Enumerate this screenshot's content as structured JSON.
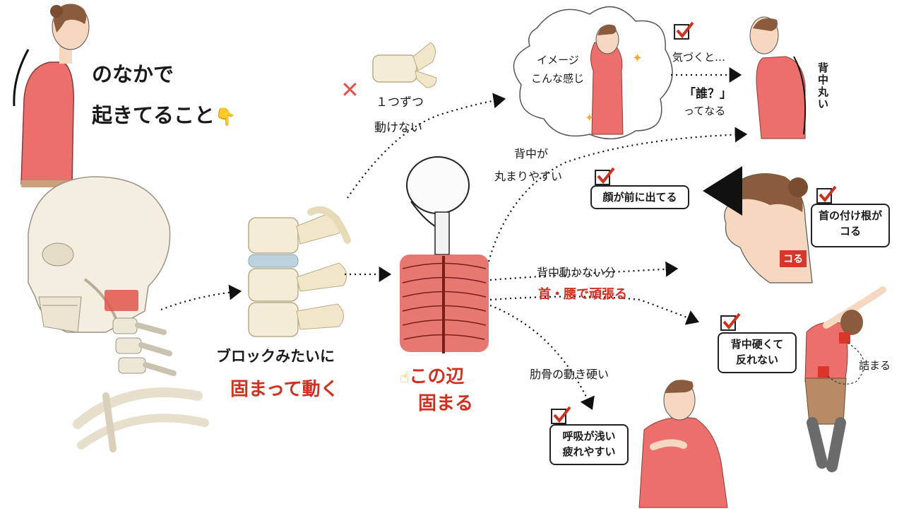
{
  "title": {
    "line1": "のなかで",
    "line2": "起きてること",
    "emoji": "👇"
  },
  "left": {
    "vertebra_caption_1": "ブロックみたいに",
    "vertebra_caption_2": "固まって動く"
  },
  "single_vertebra": {
    "mark": "✕",
    "caption_1": "１つずつ",
    "caption_2": "動けない"
  },
  "thorax": {
    "emoji": "☝",
    "caption_1": "この辺",
    "caption_2": "固まる"
  },
  "cloud": {
    "line1": "イメージ",
    "line2": "こんな感じ"
  },
  "notice": {
    "line1": "気づくと…",
    "line2": "「誰？」",
    "line3": "ってなる"
  },
  "rounded_back": {
    "vertical": [
      "背",
      "中",
      "丸",
      "い"
    ]
  },
  "branch_back": {
    "line1": "背中が",
    "line2": "丸まりやすい"
  },
  "chin": {
    "bubble": "顔が前に出てる"
  },
  "neck_base": {
    "line1": "首の付け根が",
    "line2": "コる",
    "tag": "コる"
  },
  "compensate": {
    "line1": "背中動かない分",
    "line2": "首・腰で頑張る"
  },
  "stretch": {
    "line1": "背中硬くて",
    "line2": "反れない",
    "jam": "詰まる"
  },
  "ribs": {
    "caption": "肋骨の動き硬い",
    "line1": "呼吸が浅い",
    "line2": "疲れやすい"
  },
  "colors": {
    "accent_red": "#d0311f",
    "shirt": "#ec6f6b",
    "bone": "#f4ecd6",
    "highlight": "#e0564d"
  }
}
